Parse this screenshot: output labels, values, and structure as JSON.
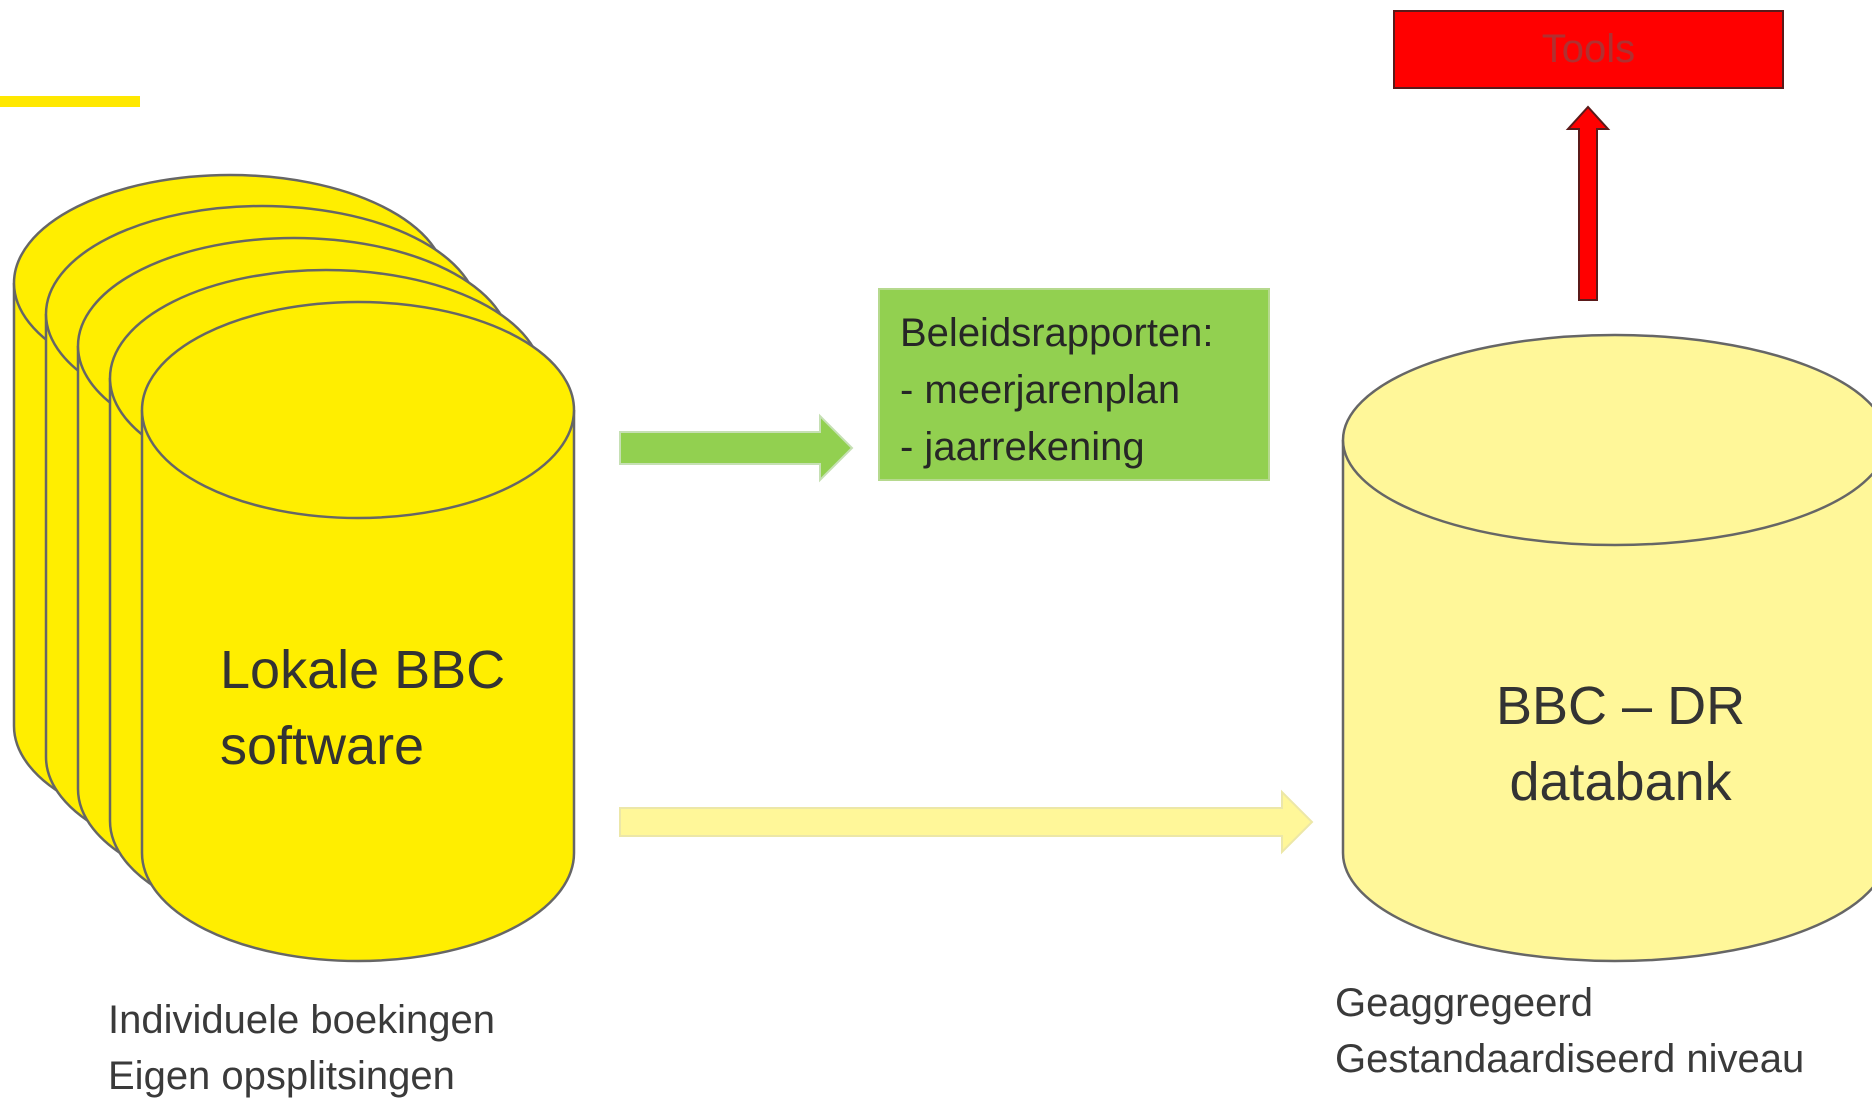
{
  "lokale_database": {
    "line1": "Lokale BBC",
    "line2": "software",
    "caption_line1": "Individuele boekingen",
    "caption_line2": "Eigen opsplitsingen"
  },
  "central_database": {
    "line1": "BBC – DR",
    "line2": "databank",
    "caption_line1": "Geaggregeerd",
    "caption_line2": "Gestandaardiseerd niveau"
  },
  "beleidsrapporten": {
    "title": "Beleidsrapporten:",
    "items": [
      "- meerjarenplan",
      "- jaarrekening"
    ]
  },
  "tools": {
    "label": "Tools"
  },
  "colors": {
    "cylinder_yellow": "#ffee00",
    "databank_yellow": "#fff799",
    "report_green": "#92d050",
    "tools_red": "#ff0000",
    "accent_bar": "#ffe800"
  }
}
